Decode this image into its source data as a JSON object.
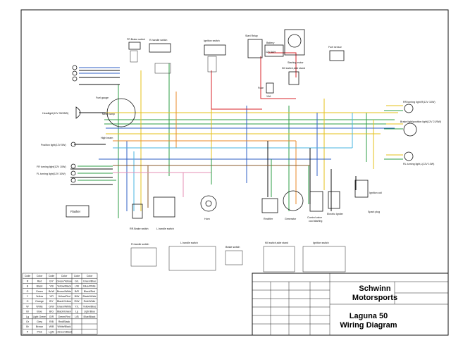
{
  "title_block": {
    "company_line1": "Schwinn",
    "company_line2": "Motorsports",
    "model": "Laguna 50",
    "doc": "Wiring Diagram"
  },
  "components": {
    "fr_brake_switch": "FR.Brake switch",
    "r_handle_switch_top": "R.handle switch",
    "ignition_switch_top": "Ignition switch",
    "start_relay": "Start Relay",
    "battery": "Battery",
    "battery_spec": "12V,4AH",
    "kill_switch_side_stand": "Kill switch,side stand",
    "starting_motor": "Starting motor",
    "fuel_sensor": "Fuel sensor",
    "fuse": "Fuse",
    "fuse_spec": "10A",
    "fuel_gauge": "Fuel gauge",
    "meter": "Meter lamp",
    "high_beam": "High beam",
    "headlight": "Headlight(12V 35/35W)",
    "position_light": "Position light(12V 5W)",
    "front_r_turning": "FR turning light(12V 10W)",
    "front_l_turning": "FL turning light(12V 10W)",
    "rr_turning": "RR.turning light,R(12V 10W)",
    "brake_taillight": "Brake light/position light(12V 21/5W)",
    "rl_turning": "RL.turning light,L(12V 10W)",
    "ignition_coil": "Ignition coil",
    "spark_plug": "Spark plug",
    "flasher": "Flasher",
    "rr_brake_switch": "RR.Brake switch",
    "l_handle_switch": "L.handle switch",
    "horn": "Horn",
    "rectifier": "Rectifier",
    "generator": "Generator",
    "control_valve": "Control valve",
    "cool_starting": "cool starting",
    "electric_igniter": "Electric Igniter",
    "brake_switch_tbl": "Brake switch",
    "kill_switch_tbl": "Kill switch,side stand",
    "ignition_switch_tbl": "Ignition switch",
    "r_handle_switch_tbl": "R.handle switch",
    "l_handle_switch_tbl": "L.handle switch"
  },
  "color_codes": {
    "headers": [
      "Code",
      "Color",
      "Code",
      "Color",
      "Code",
      "Color"
    ],
    "rows": [
      [
        "R",
        "Red",
        "G/Y",
        "Green/Yellow",
        "G/L",
        "Green/Blue"
      ],
      [
        "B",
        "Black",
        "Y/B",
        "Yellow/Black",
        "L/W",
        "Blue/White"
      ],
      [
        "G",
        "Green",
        "Br/W",
        "Brown/White",
        "B/R",
        "Black/Red"
      ],
      [
        "Y",
        "Yellow",
        "Y/R",
        "Yellow/Red",
        "B/W",
        "Black/White"
      ],
      [
        "O",
        "Orange",
        "B/Y",
        "Black/Yellow",
        "R/W",
        "Red/White"
      ],
      [
        "W",
        "White",
        "G/W",
        "Green/White",
        "Y/L",
        "Yellow/Blue"
      ],
      [
        "Bl",
        "Blue",
        "B/G",
        "Black/Green",
        "Lg",
        "Light Blue"
      ],
      [
        "Lg",
        "Light Green",
        "G/R",
        "Green/Red",
        "L/B",
        "Blue/Black"
      ],
      [
        "Gr",
        "Grey",
        "R/B",
        "Red/Black",
        "",
        ""
      ],
      [
        "Br",
        "Brown",
        "W/B",
        "White/Black",
        "",
        ""
      ],
      [
        "P",
        "Pink",
        "Lg/B",
        "LtGreen/Black",
        "",
        ""
      ]
    ]
  },
  "colors": {
    "red": "#d9262b",
    "green": "#2e9e44",
    "yellow": "#e6c21a",
    "blue": "#2f5fc4",
    "black": "#111111",
    "orange": "#e8892a",
    "lightblue": "#47b6e0",
    "brown": "#8a5a2b",
    "pink": "#e58fb4"
  }
}
